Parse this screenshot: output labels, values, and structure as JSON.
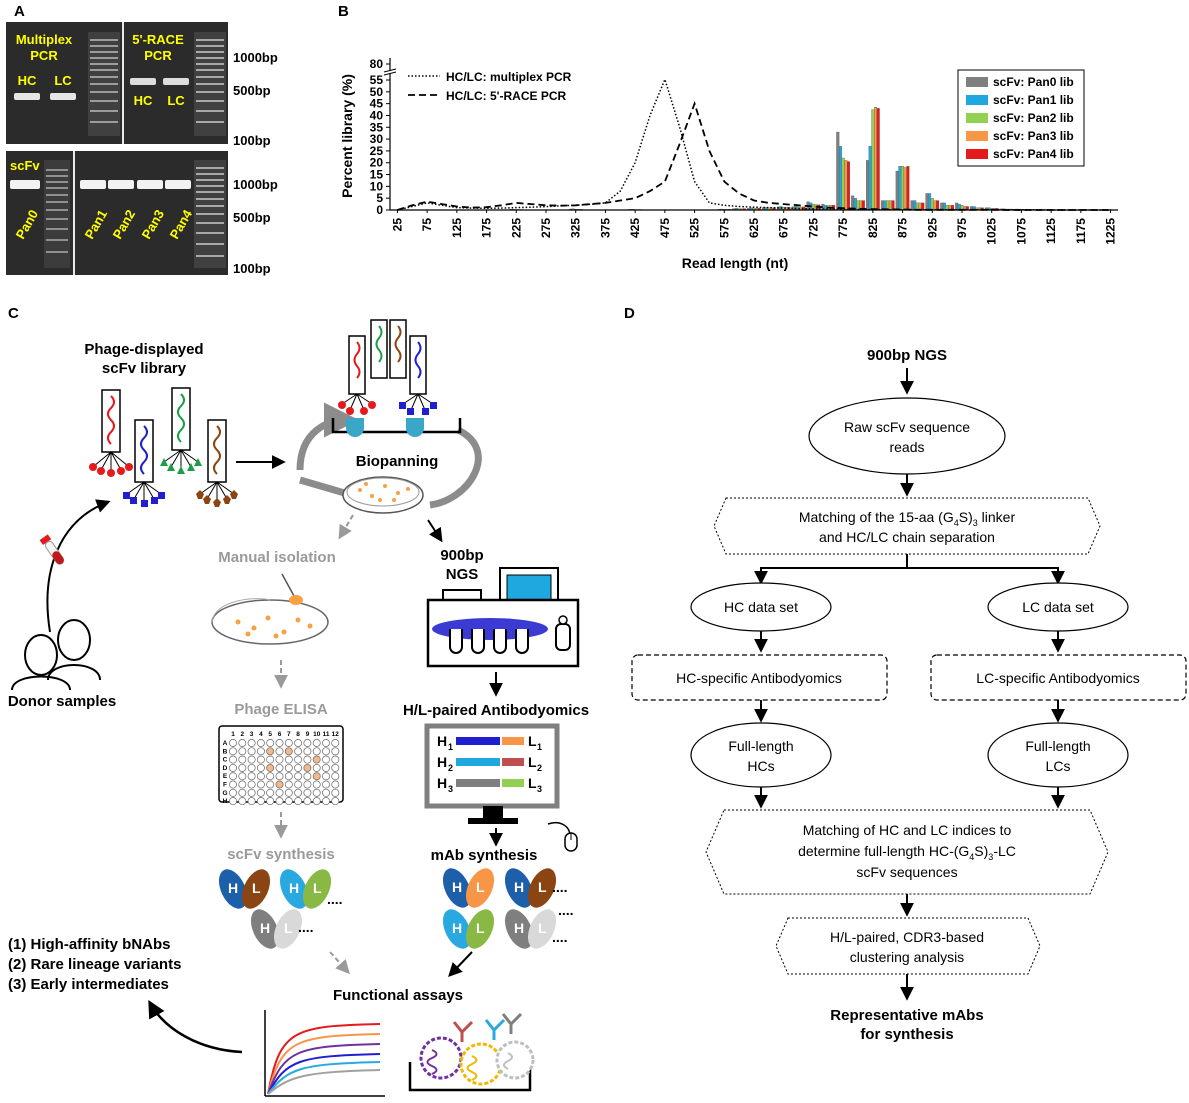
{
  "panel_labels": {
    "a": "A",
    "b": "B",
    "c": "C",
    "d": "D"
  },
  "gel": {
    "top_left_title_1": "Multiplex",
    "top_left_title_2": "PCR",
    "top_right_title_1": "5'-RACE",
    "top_right_title_2": "PCR",
    "hc": "HC",
    "lc": "LC",
    "scfv": "scFv",
    "lanes": [
      "Pan0",
      "Pan1",
      "Pan2",
      "Pan3",
      "Pan4"
    ],
    "markers": [
      "1000bp",
      "500bp",
      "100bp"
    ]
  },
  "chart_data": {
    "type": "bar",
    "ylabel": "Percent library (%)",
    "xlabel": "Read length (nt)",
    "ylim": [
      0,
      80
    ],
    "y_ticks": [
      "0",
      "5",
      "10",
      "15",
      "20",
      "25",
      "30",
      "35",
      "40",
      "45",
      "50",
      "55",
      "80"
    ],
    "y_tick_values": [
      0,
      5,
      10,
      15,
      20,
      25,
      30,
      35,
      40,
      45,
      50,
      55,
      80
    ],
    "categories": [
      25,
      50,
      75,
      100,
      125,
      150,
      175,
      200,
      225,
      250,
      275,
      300,
      325,
      350,
      375,
      400,
      425,
      450,
      475,
      500,
      525,
      550,
      575,
      600,
      625,
      650,
      675,
      700,
      725,
      750,
      775,
      800,
      825,
      850,
      875,
      900,
      925,
      950,
      975,
      1000,
      1025,
      1050,
      1075,
      1100,
      1125,
      1150,
      1175,
      1200,
      1225
    ],
    "x_tick_labels": [
      "25",
      "75",
      "125",
      "175",
      "225",
      "275",
      "325",
      "375",
      "425",
      "475",
      "525",
      "575",
      "625",
      "675",
      "725",
      "775",
      "825",
      "875",
      "925",
      "975",
      "1025",
      "1075",
      "1125",
      "1175",
      "1225"
    ],
    "series": [
      {
        "name": "scFv: Pan0 lib",
        "color": "#7f7f7f",
        "values": [
          0,
          0,
          0,
          0,
          0,
          0,
          0,
          0,
          0.3,
          0,
          0,
          0,
          0.4,
          0,
          0,
          0,
          0.3,
          0,
          0,
          0,
          0,
          0,
          0.3,
          0.6,
          0.7,
          1.0,
          1.3,
          1.4,
          3.5,
          2.5,
          33,
          6,
          21,
          4,
          16.5,
          4,
          7,
          3,
          3,
          1.5,
          1,
          0.5,
          0.4,
          0.2,
          0.2,
          0.1,
          0.1,
          0.1,
          0.1
        ]
      },
      {
        "name": "scFv: Pan1 lib",
        "color": "#1fa7e0",
        "values": [
          0,
          0,
          0,
          0,
          0,
          0,
          0,
          0,
          0.3,
          0,
          0,
          0,
          0.5,
          0,
          0,
          0,
          0.3,
          0,
          0,
          0,
          0,
          0,
          0.4,
          0.7,
          0.9,
          1.1,
          1.5,
          1.6,
          3,
          2,
          27,
          5,
          27,
          4,
          18.5,
          4,
          7,
          3,
          2.5,
          1.5,
          1,
          0.5,
          0.4,
          0.2,
          0.2,
          0.1,
          0.1,
          0.1,
          0.1
        ]
      },
      {
        "name": "scFv: Pan2 lib",
        "color": "#92d050",
        "values": [
          0,
          0,
          0,
          0,
          0,
          0,
          0,
          0,
          0.2,
          0,
          0,
          0,
          0.3,
          0,
          0,
          0,
          0.2,
          0,
          0,
          0,
          0,
          0,
          0.3,
          0.6,
          0.8,
          1.0,
          1.2,
          1.3,
          2.5,
          2,
          22,
          4,
          42.5,
          4,
          18.5,
          3,
          5,
          2,
          2,
          1,
          0.7,
          0.4,
          0.3,
          0.2,
          0.1,
          0.1,
          0.1,
          0.1,
          0.1
        ]
      },
      {
        "name": "scFv: Pan3 lib",
        "color": "#f79646",
        "values": [
          0,
          0,
          0,
          0,
          0,
          0,
          0,
          0,
          0.2,
          0,
          0,
          0,
          0.3,
          0,
          0,
          0,
          0.2,
          0,
          0,
          0,
          0,
          0,
          0.3,
          0.6,
          0.8,
          1.0,
          1.2,
          1.3,
          2.3,
          2,
          21,
          4,
          43.5,
          4,
          18,
          3,
          4,
          2,
          1.5,
          1,
          0.7,
          0.4,
          0.3,
          0.2,
          0.1,
          0.1,
          0.1,
          0.1,
          0.1
        ]
      },
      {
        "name": "scFv: Pan4 lib",
        "color": "#e41a1c",
        "values": [
          0,
          0,
          0,
          0,
          0,
          0,
          0,
          0,
          0.2,
          0,
          0,
          0,
          0.3,
          0,
          0,
          0,
          0.2,
          0,
          0,
          0,
          0,
          0,
          0.3,
          0.6,
          0.8,
          1.0,
          1.2,
          1.3,
          2.2,
          2,
          20.5,
          4,
          43,
          4,
          18.5,
          3,
          4,
          2,
          1.5,
          1,
          0.7,
          0.4,
          0.3,
          0.2,
          0.1,
          0.1,
          0.1,
          0.1,
          0.1
        ]
      }
    ],
    "lines": [
      {
        "name": "HC/LC: multiplex PCR",
        "style": "dotted",
        "values": [
          0,
          1.5,
          3,
          2,
          1,
          0.8,
          0.7,
          0.8,
          1,
          1.2,
          1.4,
          1.8,
          2,
          2.4,
          3,
          8,
          20,
          40,
          56,
          35,
          12,
          3,
          2,
          1.5,
          1.2,
          1,
          0.8,
          0.6,
          0.5,
          0.4,
          0.3,
          0.2,
          0.2,
          0.1,
          0.1,
          0.1,
          0.1,
          0.1,
          0.1,
          0.1,
          0.1,
          0.1,
          0.1,
          0.1,
          0,
          0,
          0,
          0,
          0
        ]
      },
      {
        "name": "HC/LC: 5'-RACE PCR",
        "style": "dashed",
        "values": [
          0,
          2,
          3.5,
          2.5,
          1.5,
          1,
          1.2,
          2,
          3,
          2.5,
          2,
          1.8,
          2,
          2.5,
          3,
          4,
          5,
          8,
          12,
          28,
          45,
          25,
          12,
          7,
          4,
          3,
          2.5,
          2,
          1.5,
          1,
          0.8,
          0.5,
          0.4,
          0.3,
          0.2,
          0.1,
          0.1,
          0.1,
          0.1,
          0.1,
          0.1,
          0,
          0,
          0,
          0,
          0,
          0,
          0,
          0
        ]
      }
    ]
  },
  "panel_c": {
    "library_title_1": "Phage-displayed",
    "library_title_2": "scFv library",
    "biopanning": "Biopanning",
    "manual_isolation": "Manual isolation",
    "ngs_1": "900bp",
    "ngs_2": "NGS",
    "donor_samples": "Donor samples",
    "phage_elisa": "Phage ELISA",
    "antibodyomics": "H/L-paired Antibodyomics",
    "scfv_synthesis": "scFv synthesis",
    "mab_synthesis": "mAb synthesis",
    "functional_assays": "Functional assays",
    "outcomes": [
      "(1) High-affinity bNAbs",
      "(2) Rare lineage variants",
      "(3) Early intermediates"
    ],
    "elisa_cols": [
      "1",
      "2",
      "3",
      "4",
      "5",
      "6",
      "7",
      "8",
      "9",
      "10",
      "11",
      "12"
    ],
    "elisa_rows": [
      "A",
      "B",
      "C",
      "D",
      "E",
      "F",
      "G",
      "H"
    ],
    "h_labels": [
      "H",
      "H",
      "H"
    ],
    "l_labels": [
      "L",
      "L",
      "L"
    ],
    "subs": [
      "1",
      "2",
      "3"
    ],
    "ellipsis": "....",
    "ab_h": "H",
    "ab_l": "L"
  },
  "panel_d": {
    "start": "900bp NGS",
    "raw_reads_1": "Raw scFv sequence",
    "raw_reads_2": "reads",
    "matching_1_a": "Matching of the 15-aa (G",
    "matching_1_sub1": "4",
    "matching_1_b": "S)",
    "matching_1_sub2": "3",
    "matching_1_c": " linker",
    "matching_1_line2": "and HC/LC chain separation",
    "hc_data": "HC data set",
    "lc_data": "LC data set",
    "hc_antibodyomics": "HC-specific Antibodyomics",
    "lc_antibodyomics": "LC-specific Antibodyomics",
    "full_length": "Full-length",
    "hcs": "HCs",
    "lcs": "LCs",
    "matching_2_line1": "Matching of HC and LC indices to",
    "matching_2_line2_a": "determine full-length HC-(G",
    "matching_2_sub1": "4",
    "matching_2_line2_b": "S)",
    "matching_2_sub2": "3",
    "matching_2_line2_c": "-LC",
    "matching_2_line3": "scFv sequences",
    "clustering_1": "H/L-paired, CDR3-based",
    "clustering_2": "clustering analysis",
    "result_1": "Representative mAbs",
    "result_2": "for synthesis"
  }
}
